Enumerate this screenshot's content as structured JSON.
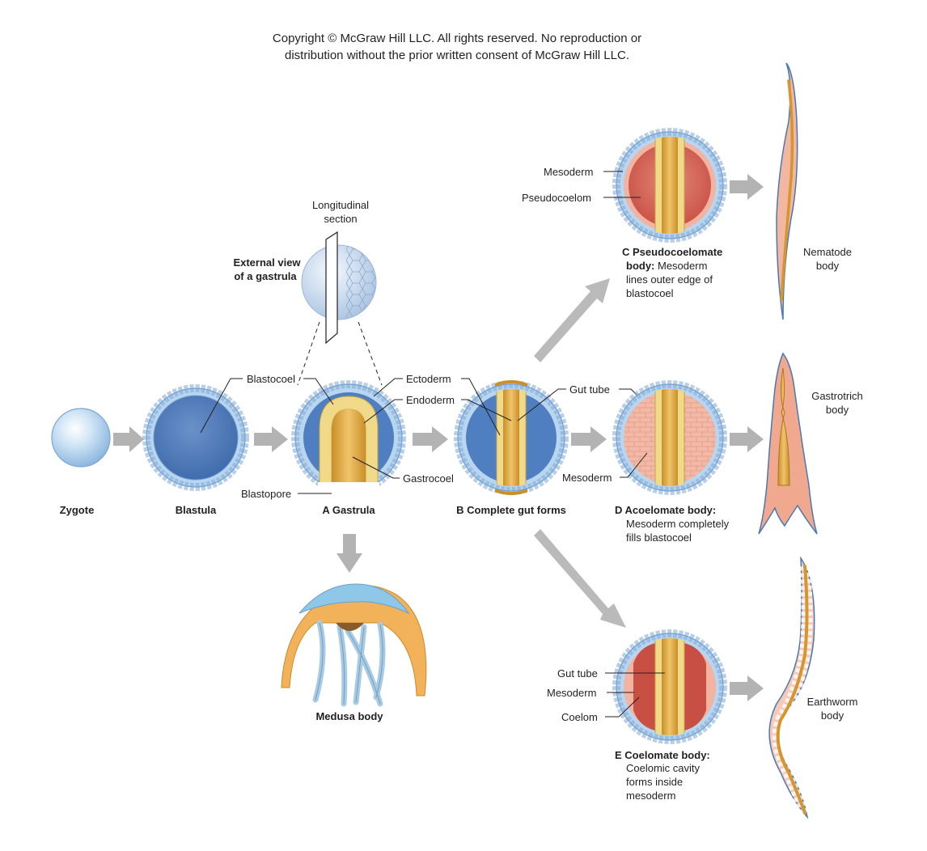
{
  "copyright": {
    "line1": "Copyright © McGraw Hill LLC. All rights reserved. No reproduction or",
    "line2": "distribution without the prior written consent of McGraw Hill LLC."
  },
  "stages": {
    "zygote": "Zygote",
    "blastula": "Blastula",
    "gastrula_letter": "A",
    "gastrula": "Gastrula",
    "gut_letter": "B",
    "gut": "Complete gut forms",
    "medusa": "Medusa body"
  },
  "external_view": {
    "line1": "External view",
    "line2": "of a gastrula",
    "section_line1": "Longitudinal",
    "section_line2": "section"
  },
  "labels": {
    "blastocoel": "Blastocoel",
    "ectoderm": "Ectoderm",
    "endoderm": "Endoderm",
    "gastrocoel": "Gastrocoel",
    "blastopore": "Blastopore",
    "gut_tube": "Gut tube",
    "mesoderm": "Mesoderm",
    "pseudocoelom": "Pseudocoelom",
    "coelom": "Coelom"
  },
  "plans": {
    "C": {
      "letter": "C",
      "title1": "Pseudocoelomate",
      "title2": "body:",
      "desc1": " Mesoderm",
      "desc2": "lines outer edge of",
      "desc3": "blastocoel"
    },
    "D": {
      "letter": "D",
      "title": "Acoelomate body:",
      "desc1": "Mesoderm completely",
      "desc2": "fills blastocoel"
    },
    "E": {
      "letter": "E",
      "title": "Coelomate body:",
      "desc1": "Coelomic cavity",
      "desc2": "forms inside",
      "desc3": "mesoderm"
    }
  },
  "organisms": {
    "nematode1": "Nematode",
    "nematode2": "body",
    "gastrotrich1": "Gastrotrich",
    "gastrotrich2": "body",
    "earthworm1": "Earthworm",
    "earthworm2": "body"
  },
  "colors": {
    "ectoderm_blue": "#a9cdef",
    "blastocoel_blue": "#4f7fc0",
    "endoderm_yellow": "#f1d98a",
    "gut_gold": "#d9a43a",
    "mesoderm_red": "#d9675a",
    "mesoderm_pink": "#f2b3a0",
    "arrow_gray": "#b3b3b3"
  }
}
